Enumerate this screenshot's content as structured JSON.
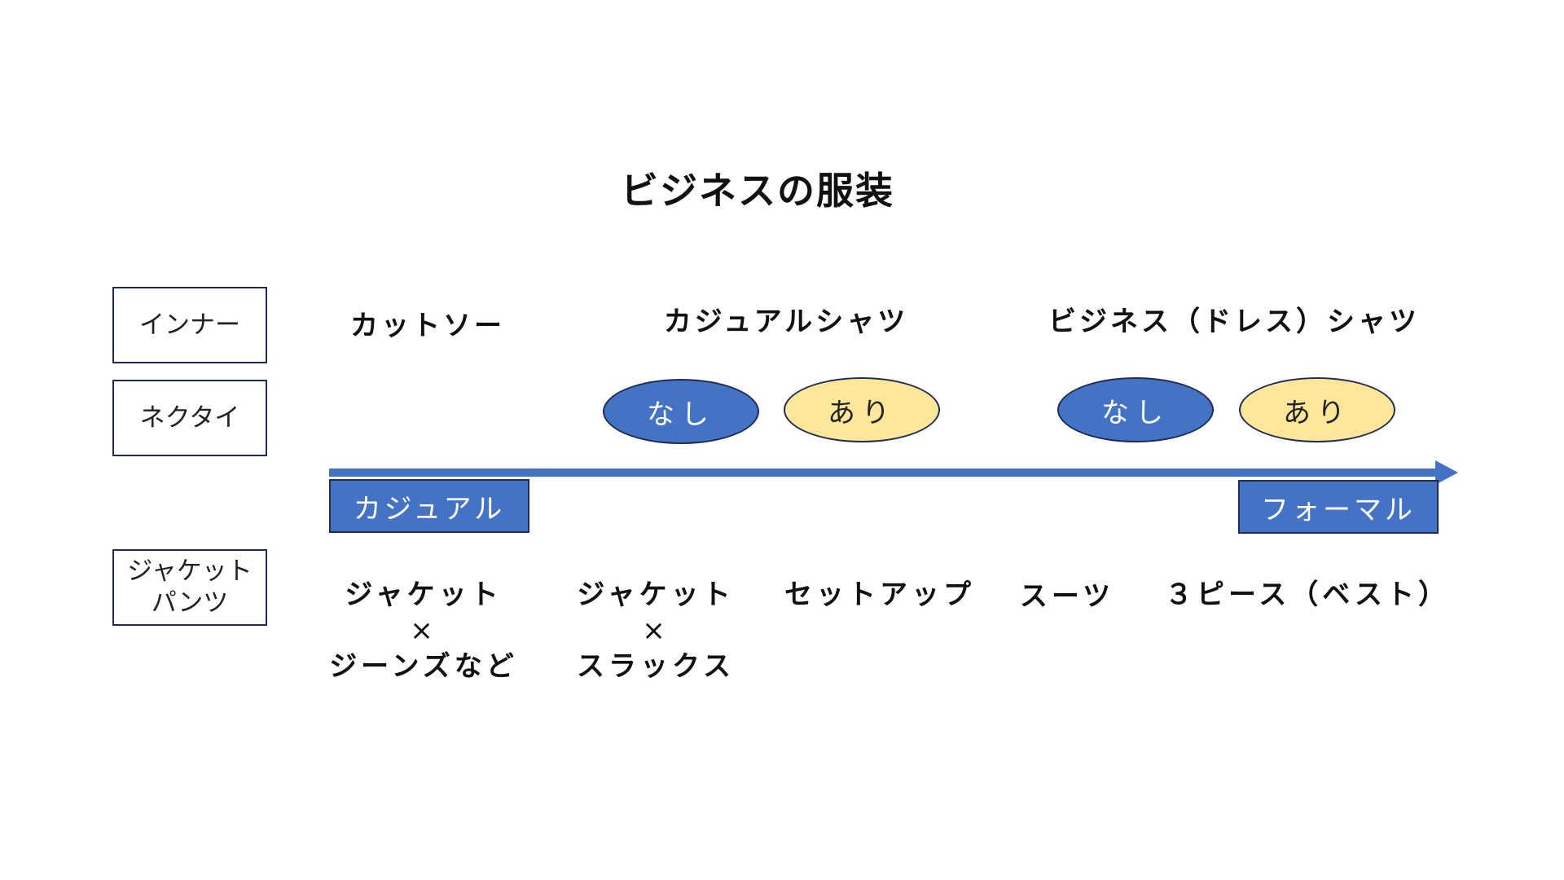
{
  "title": "ビジネスの服装",
  "row_labels": {
    "inner": "インナー",
    "necktie": "ネクタイ",
    "jacket_pants": "ジャケット\nパンツ"
  },
  "inner_items": [
    "カットソー",
    "カジュアルシャツ",
    "ビジネス（ドレス）シャツ"
  ],
  "necktie_options": [
    {
      "label": "なし",
      "color": "#4472c4"
    },
    {
      "label": "あり",
      "color": "#ffe699"
    },
    {
      "label": "なし",
      "color": "#4472c4"
    },
    {
      "label": "あり",
      "color": "#ffe699"
    }
  ],
  "scale": {
    "start": "カジュアル",
    "end": "フォーマル",
    "arrow_color": "#4472c4"
  },
  "jacket_items": [
    {
      "line1": "ジャケット",
      "times": "×",
      "line2": "ジーンズなど"
    },
    {
      "line1": "ジャケット",
      "times": "×",
      "line2": "スラックス"
    },
    {
      "line1": "セットアップ"
    },
    {
      "line1": "スーツ"
    },
    {
      "line1": "３ピース（ベスト）"
    }
  ]
}
